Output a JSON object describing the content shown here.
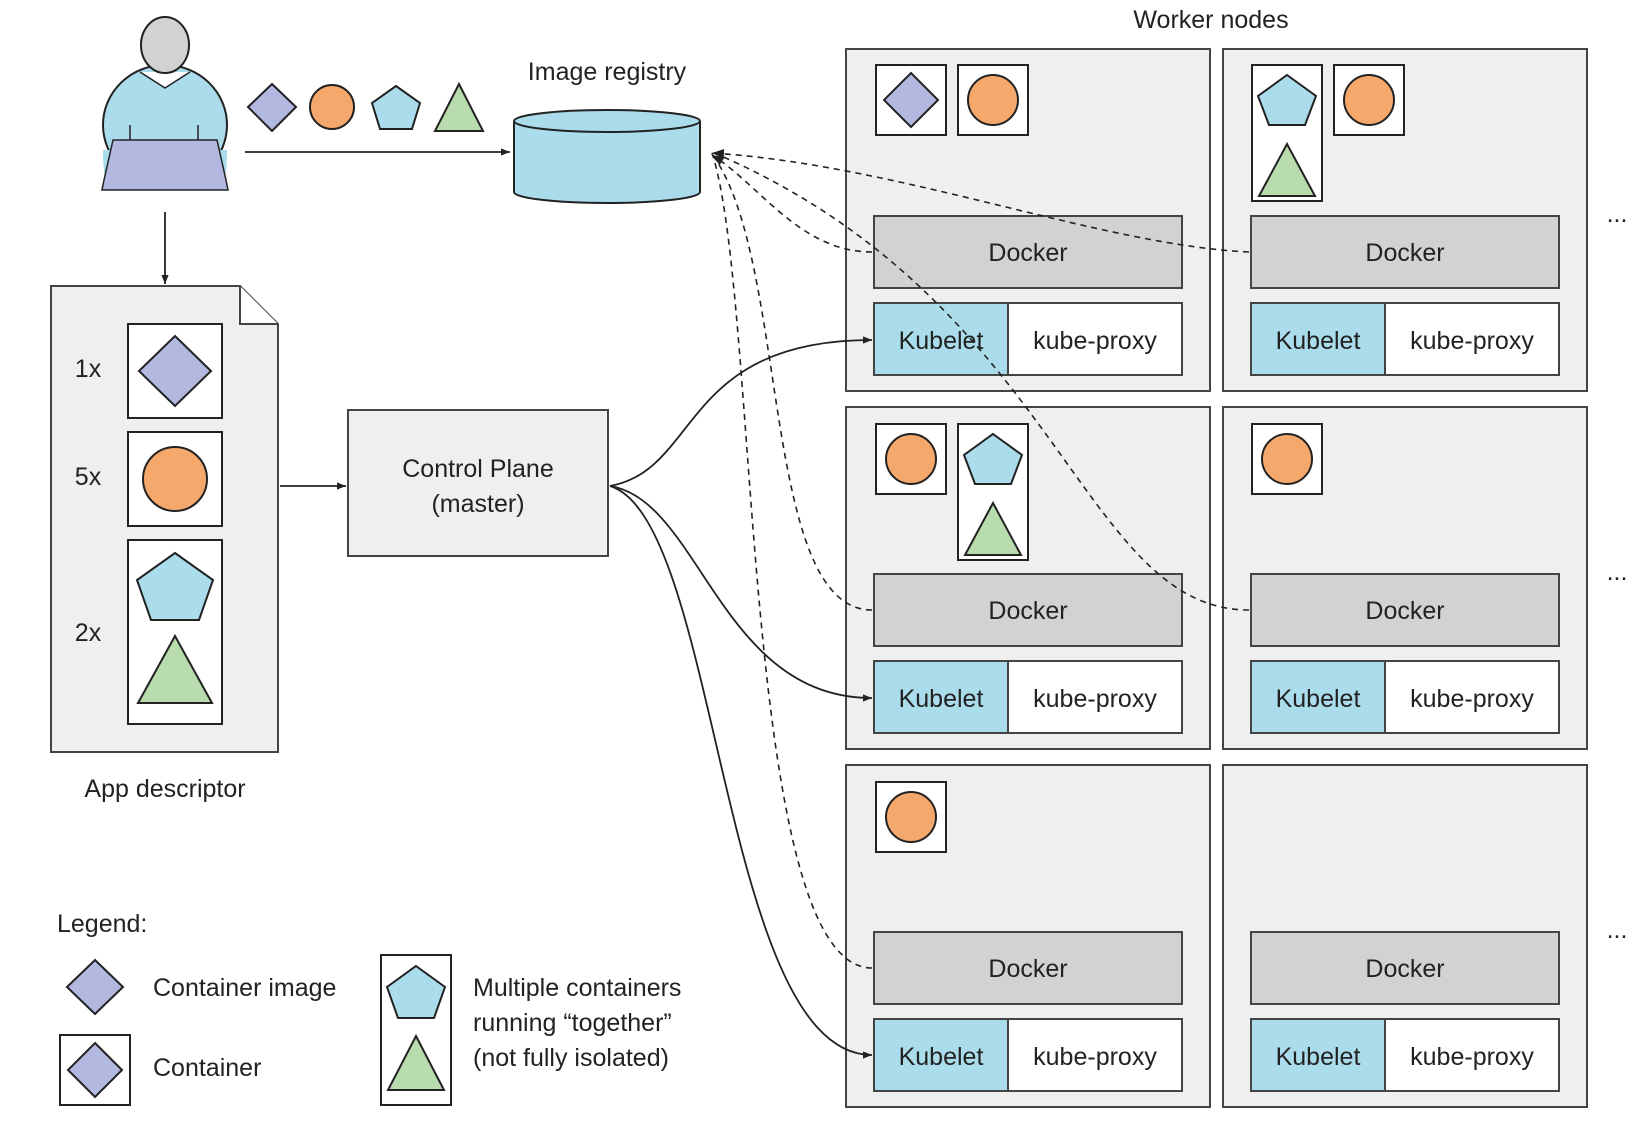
{
  "labels": {
    "worker_nodes": "Worker nodes",
    "image_registry": "Image registry",
    "control_plane_line1": "Control Plane",
    "control_plane_line2": "(master)",
    "app_descriptor": "App descriptor",
    "ellipsis": "..."
  },
  "descriptor": {
    "items": [
      {
        "count": "1x",
        "shape": "diamond"
      },
      {
        "count": "5x",
        "shape": "circle"
      },
      {
        "count": "2x",
        "shape": "pentagon-triangle"
      }
    ]
  },
  "node": {
    "docker": "Docker",
    "kubelet": "Kubelet",
    "kube_proxy": "kube-proxy"
  },
  "legend": {
    "title": "Legend:",
    "container_image": "Container image",
    "container": "Container",
    "multi_line1": "Multiple containers",
    "multi_line2": "running “together”",
    "multi_line3": "(not fully isolated)"
  },
  "colors": {
    "diamond": "#b3b8e0",
    "circle": "#f5a86c",
    "pentagon": "#aadcec",
    "triangle": "#b9dcae",
    "kubelet": "#aadcec",
    "docker": "#d2d2d3",
    "node_bg": "#efefef"
  }
}
